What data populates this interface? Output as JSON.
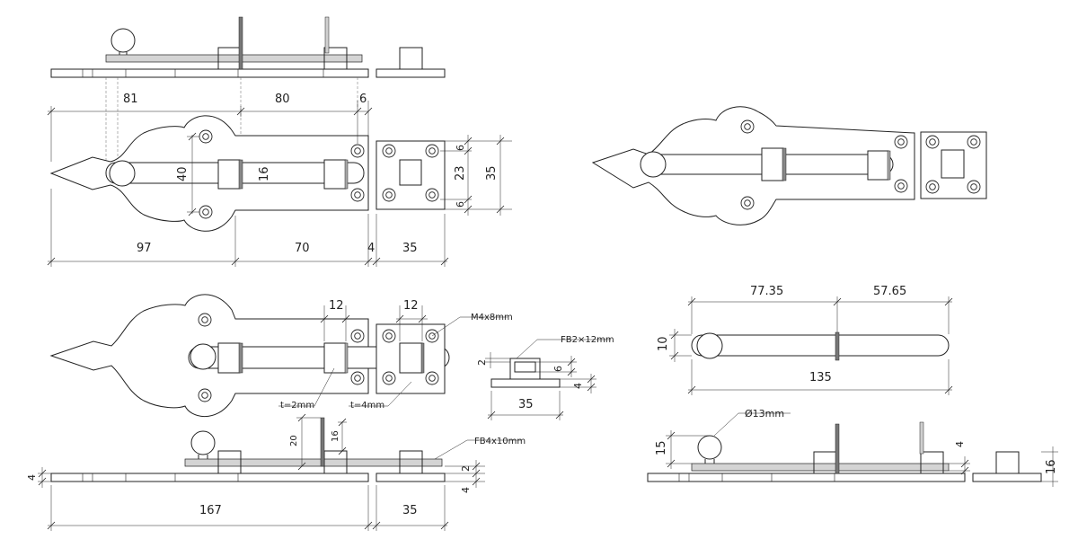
{
  "top_left": {
    "dims": {
      "d81": "81",
      "d80": "80",
      "d6": "6",
      "d40": "40",
      "d16": "16",
      "d6a": "6",
      "d23": "23",
      "d6b": "6",
      "d35v": "35",
      "d97": "97",
      "d70": "70",
      "d4": "4",
      "d35": "35"
    }
  },
  "bottom_left": {
    "dims": {
      "d12a": "12",
      "d12b": "12",
      "d20": "20",
      "d16": "16",
      "d4l": "4",
      "d2r": "2",
      "d4r": "4",
      "d167": "167",
      "d35": "35"
    },
    "labels": {
      "screw": "M4x8mm",
      "t2": "t=2mm",
      "t4": "t=4mm",
      "flatbar": "FB4x10mm"
    }
  },
  "detail": {
    "label": "FB2×12mm",
    "dims": {
      "d2": "2",
      "d6": "6",
      "d4": "4",
      "d35": "35"
    }
  },
  "right": {
    "dims": {
      "d7735": "77.35",
      "d5765": "57.65",
      "d10": "10",
      "d135": "135",
      "d15": "15",
      "d4": "4",
      "d16": "16"
    },
    "labels": {
      "knob": "Ø13mm"
    }
  }
}
